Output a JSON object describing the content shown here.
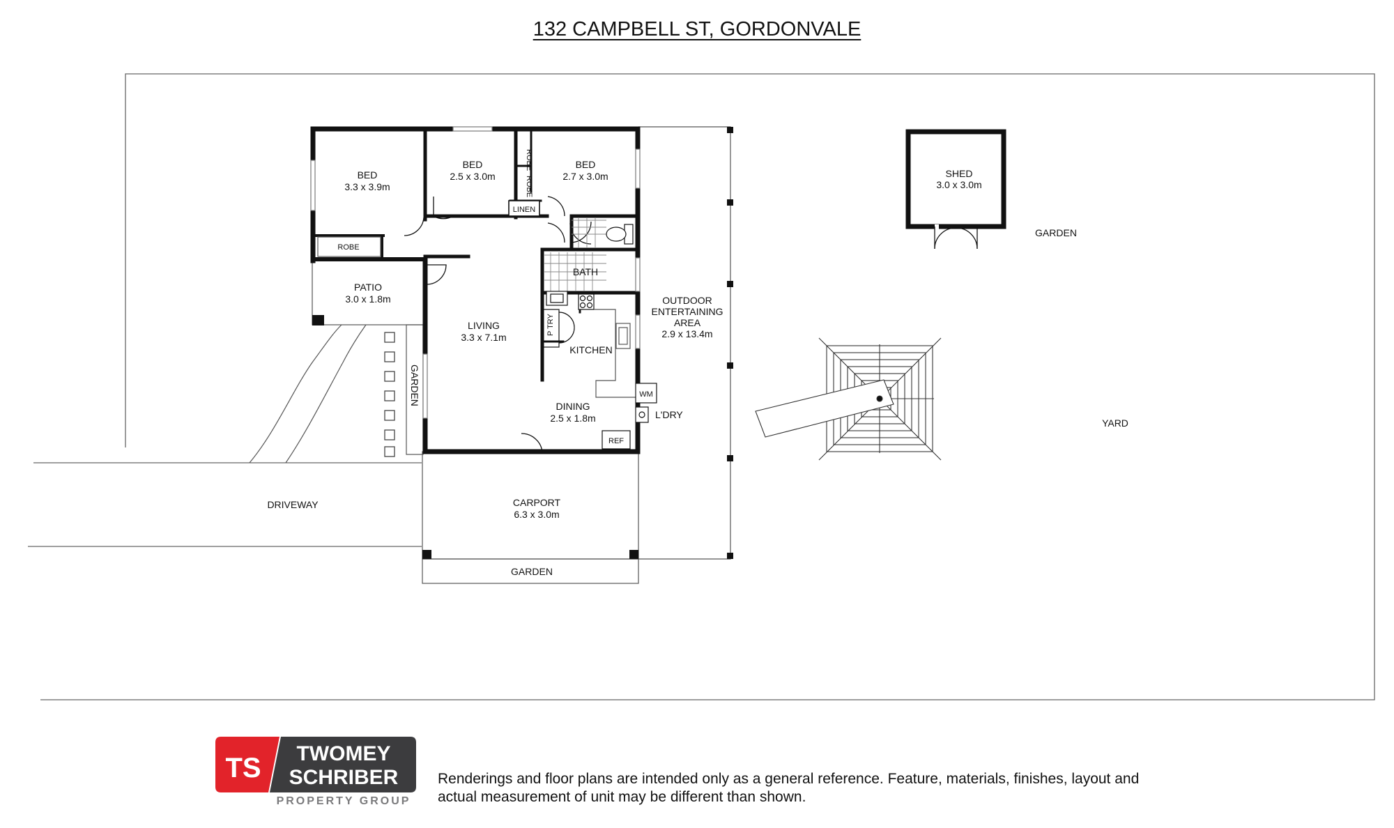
{
  "title": "132 CAMPBELL ST, GORDONVALE",
  "rooms": {
    "bed1": {
      "name": "BED",
      "size": "3.3 x 3.9m"
    },
    "bed2": {
      "name": "BED",
      "size": "2.5 x 3.0m"
    },
    "bed3": {
      "name": "BED",
      "size": "2.7 x 3.0m"
    },
    "robe": "ROBE",
    "robe_small": "ROBE",
    "linen": "LINEN",
    "bath": "BATH",
    "patio": {
      "name": "PATIO",
      "size": "3.0 x 1.8m"
    },
    "living": {
      "name": "LIVING",
      "size": "3.3 x 7.1m"
    },
    "ptry": "P TRY",
    "kitchen": "KITCHEN",
    "dining": {
      "name": "DINING",
      "size": "2.5 x 1.8m"
    },
    "ref": "REF",
    "wm": "WM",
    "ldry": "L'DRY",
    "outdoor": {
      "line1": "OUTDOOR",
      "line2": "ENTERTAINING",
      "line3": "AREA",
      "size": "2.9 x 13.4m"
    },
    "carport": {
      "name": "CARPORT",
      "size": "6.3 x 3.0m"
    },
    "shed": {
      "name": "SHED",
      "size": "3.0 x 3.0m"
    }
  },
  "outside": {
    "garden_side": "GARDEN",
    "garden_front": "GARDEN",
    "garden_right": "GARDEN",
    "driveway": "DRIVEWAY",
    "yard": "YARD"
  },
  "logo": {
    "mark": "TS",
    "line1": "TWOMEY",
    "line2": "SCHRIBER",
    "line3": "PROPERTY GROUP",
    "colors": {
      "red": "#e2232a",
      "dark": "#3c3c3e",
      "grey": "#7a7a7c"
    }
  },
  "disclaimer": {
    "line1": "Renderings and floor plans are intended only as a general reference. Feature, materials, finishes, layout and",
    "line2": "actual measurement of unit may be different than shown."
  }
}
